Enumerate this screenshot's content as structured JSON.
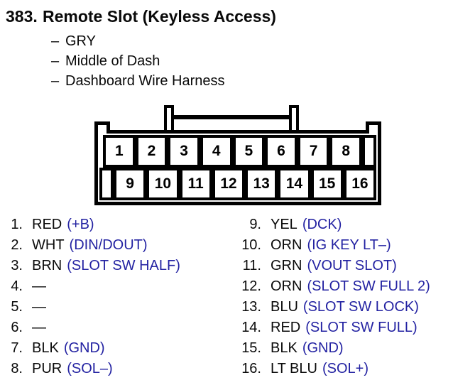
{
  "header": {
    "number": "383.",
    "title": "Remote Slot (Keyless Access)",
    "bullets": [
      {
        "dash": "–",
        "label": "GRY"
      },
      {
        "dash": "–",
        "label": "Middle of Dash"
      },
      {
        "dash": "–",
        "label": "Dashboard Wire Harness"
      }
    ]
  },
  "connector": {
    "top_pins": [
      "1",
      "2",
      "3",
      "4",
      "5",
      "6",
      "7",
      "8"
    ],
    "bottom_pins": [
      "9",
      "10",
      "11",
      "12",
      "13",
      "14",
      "15",
      "16"
    ]
  },
  "pinout": {
    "left": [
      {
        "num": "1.",
        "color": "RED",
        "func": "(+B)"
      },
      {
        "num": "2.",
        "color": "WHT",
        "func": "(DIN/DOUT)"
      },
      {
        "num": "3.",
        "color": "BRN",
        "func": "(SLOT SW HALF)"
      },
      {
        "num": "4.",
        "color": "—",
        "func": ""
      },
      {
        "num": "5.",
        "color": "—",
        "func": ""
      },
      {
        "num": "6.",
        "color": "—",
        "func": ""
      },
      {
        "num": "7.",
        "color": "BLK",
        "func": "(GND)"
      },
      {
        "num": "8.",
        "color": "PUR",
        "func": "(SOL–)"
      }
    ],
    "right": [
      {
        "num": "9.",
        "color": "YEL",
        "func": "(DCK)"
      },
      {
        "num": "10.",
        "color": "ORN",
        "func": "(IG KEY LT–)"
      },
      {
        "num": "11.",
        "color": "GRN",
        "func": "(VOUT SLOT)"
      },
      {
        "num": "12.",
        "color": "ORN",
        "func": "(SLOT SW FULL 2)"
      },
      {
        "num": "13.",
        "color": "BLU",
        "func": "(SLOT SW LOCK)"
      },
      {
        "num": "14.",
        "color": "RED",
        "func": "(SLOT SW FULL)"
      },
      {
        "num": "15.",
        "color": "BLK",
        "func": "(GND)"
      },
      {
        "num": "16.",
        "color": "LT BLU",
        "func": "(SOL+)"
      }
    ]
  },
  "colors": {
    "function_text_blue": "#2322a2",
    "diagram_black": "#000000",
    "background": "#ffffff"
  }
}
